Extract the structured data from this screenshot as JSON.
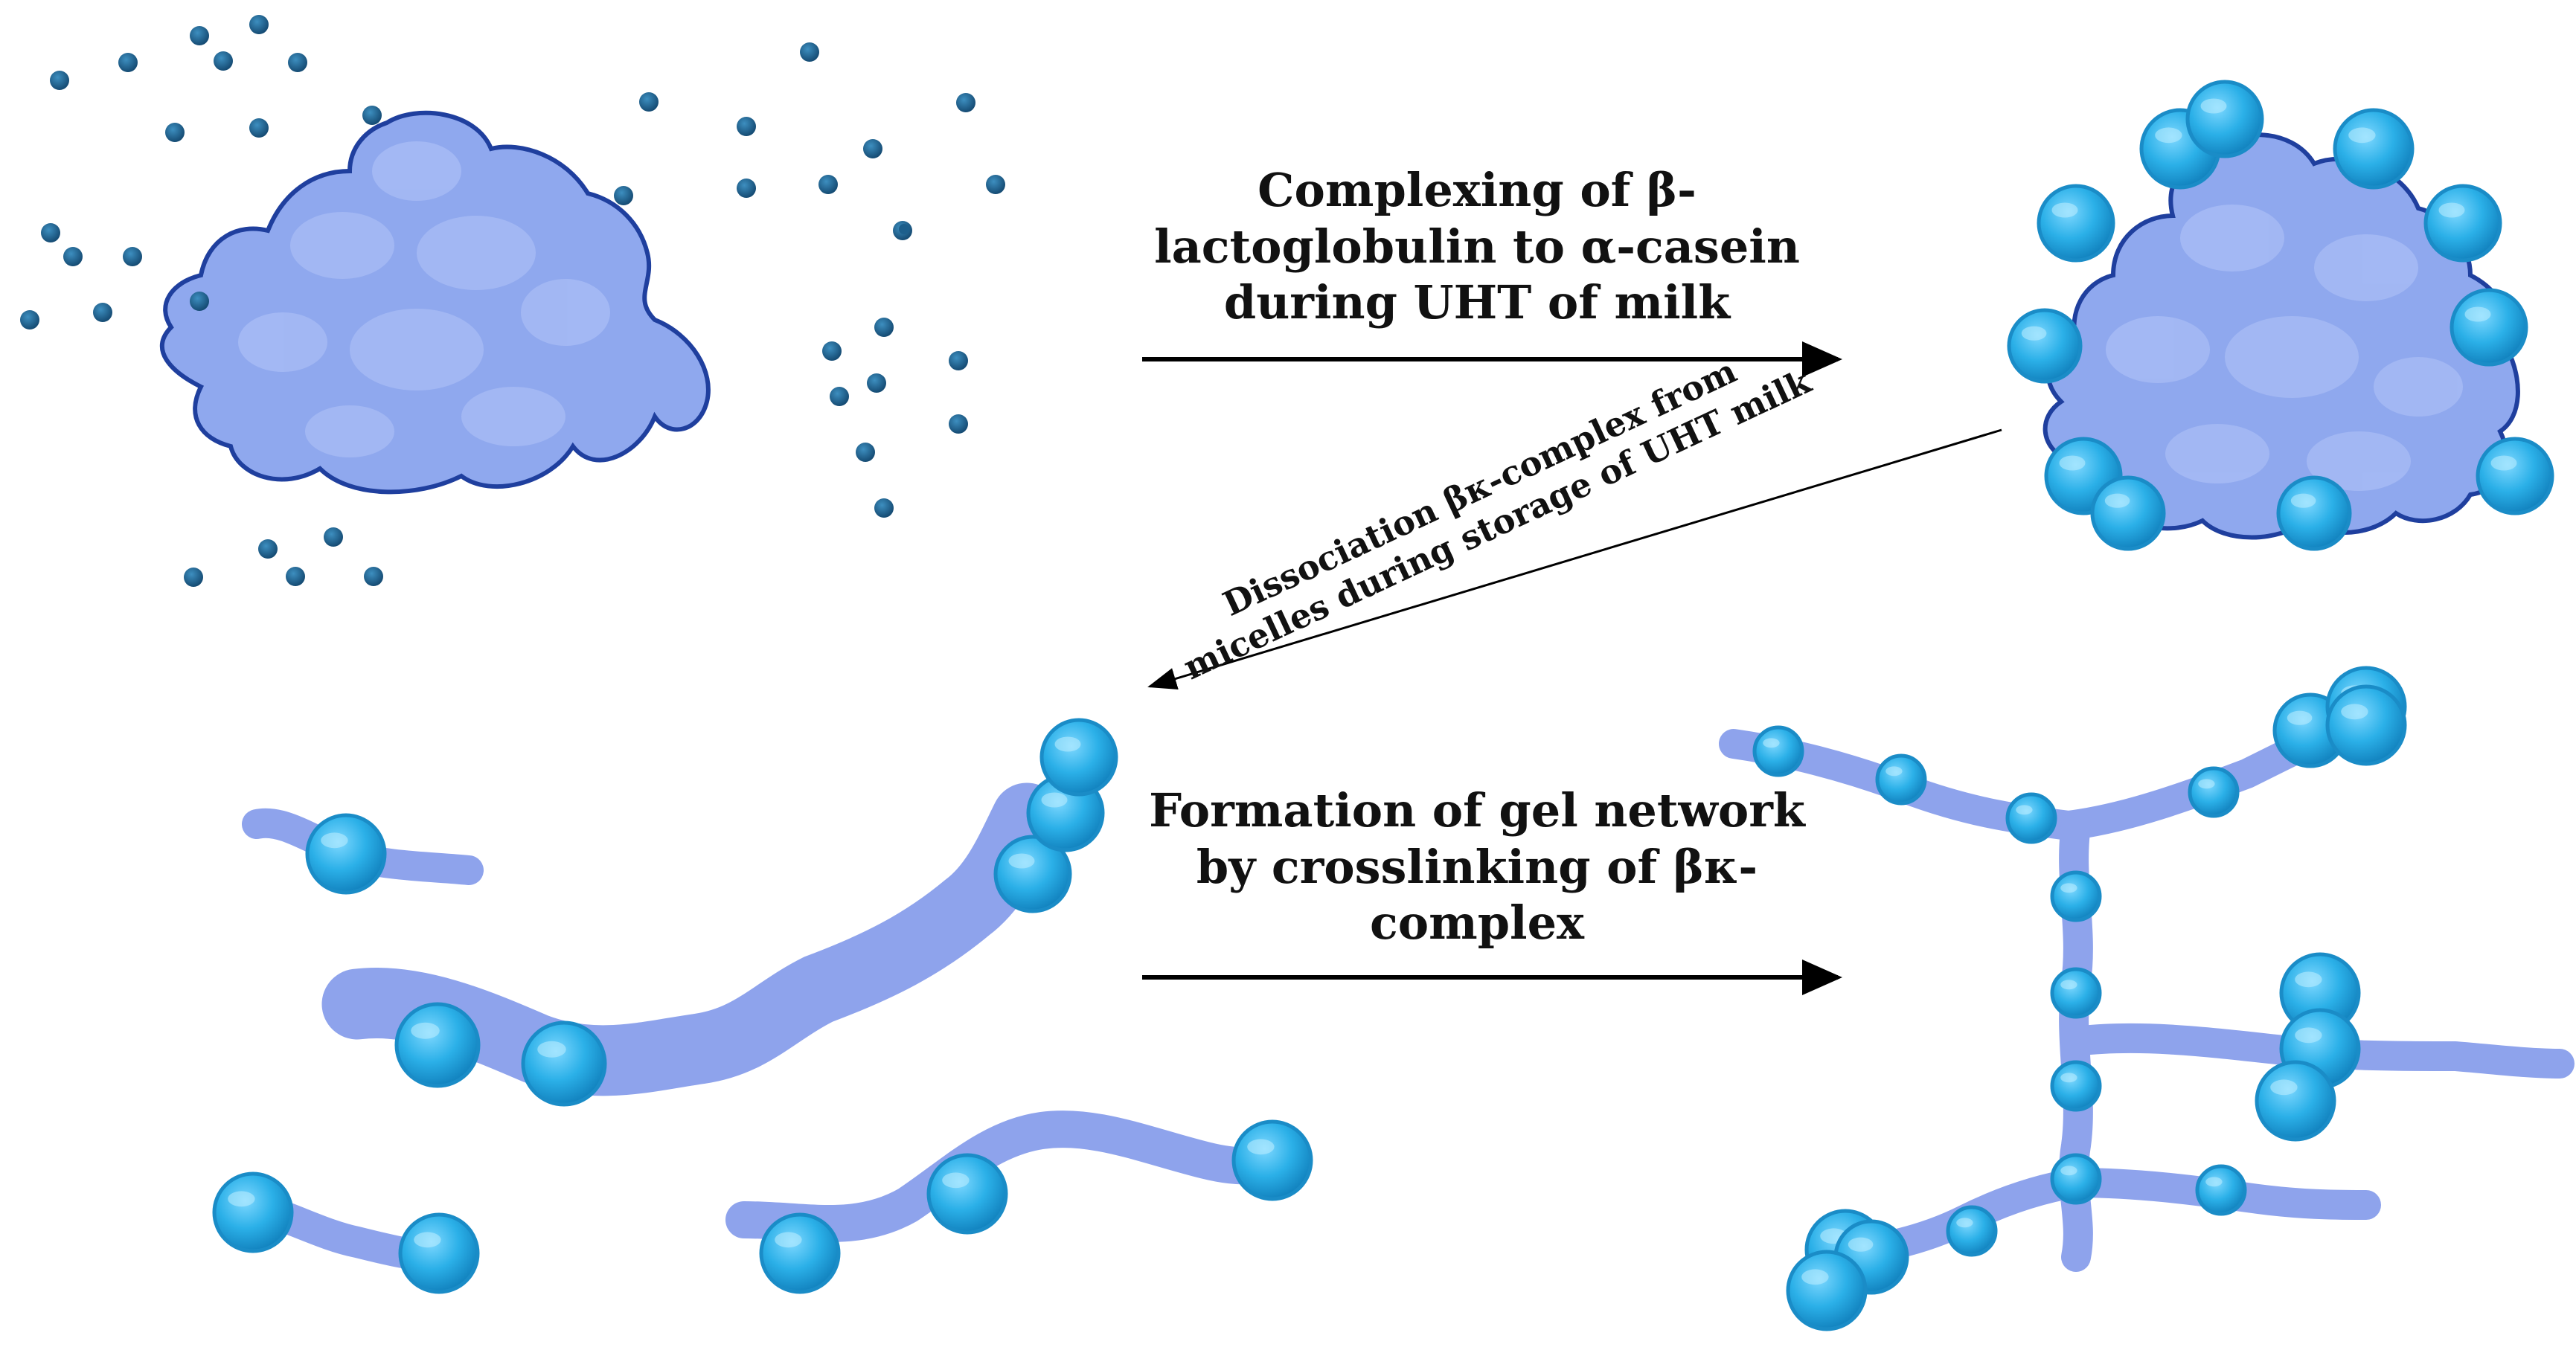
{
  "steps": {
    "complexing": {
      "lines": [
        "Complexing of β-",
        "lactoglobulin to α-casein",
        "during UHT of milk"
      ]
    },
    "dissociation": {
      "lines": [
        "Dissociation βκ-complex from",
        "micelles during  storage of UHT milk"
      ]
    },
    "gel_formation": {
      "lines": [
        "Formation of gel network",
        "by crosslinking of βκ-",
        "complex"
      ]
    }
  },
  "colors": {
    "micelle_fill": "#8fa8ee",
    "micelle_outline": "#1f3f9e",
    "micelle_highlight": "#a9bdf5",
    "whey_protein_dot": "#1d5f8c",
    "bk_complex_sphere": "#29aee6",
    "bk_complex_outline": "#1a8cc7",
    "strand_fill": "#8ea3ec",
    "arrow": "#000000"
  }
}
